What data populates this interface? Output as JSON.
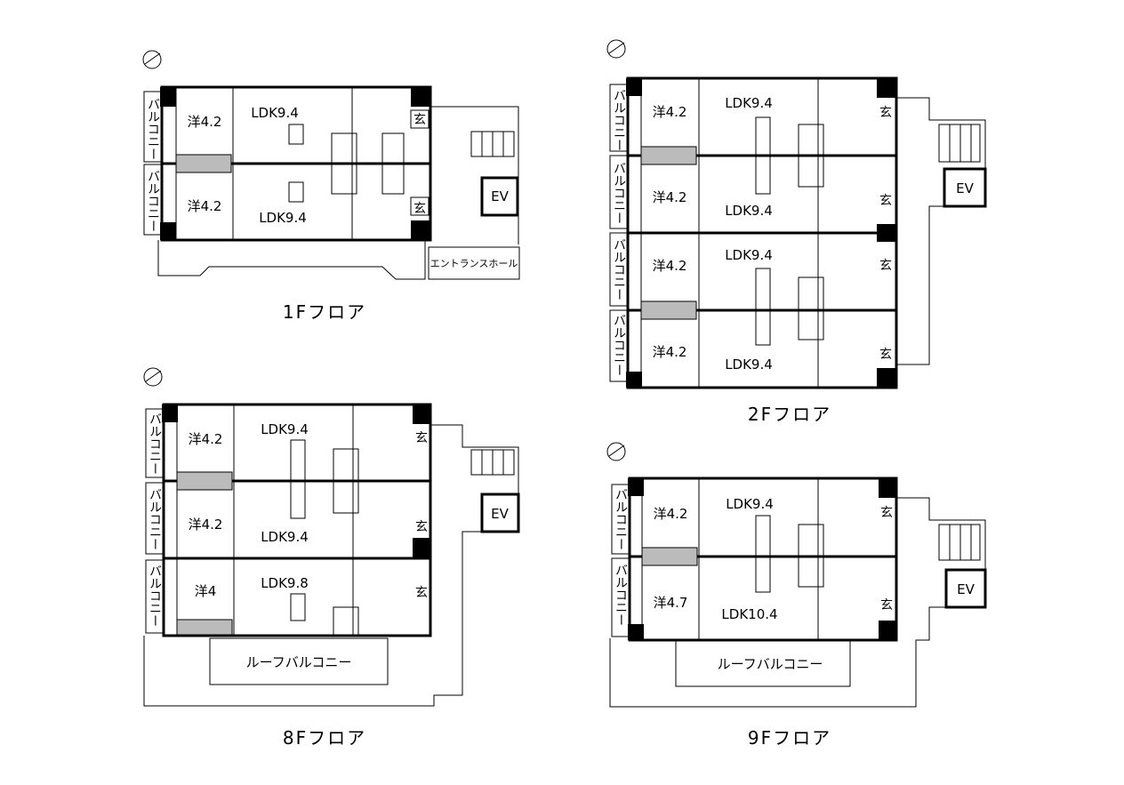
{
  "plans": {
    "f1": {
      "caption": "1Fフロア",
      "balcony": [
        "バルコニー",
        "バルコニー"
      ],
      "rooms": {
        "w1": "洋4.2",
        "w2": "洋4.2",
        "l1": "LDK9.4",
        "l2": "LDK9.4",
        "g1": "玄",
        "g2": "玄"
      },
      "ev": "EV",
      "entrance": "エントランスホール"
    },
    "f2": {
      "caption": "2Fフロア",
      "balcony": [
        "バルコニー",
        "バルコニー",
        "バルコニー",
        "バルコニー"
      ],
      "rooms": {
        "w1": "洋4.2",
        "w2": "洋4.2",
        "w3": "洋4.2",
        "w4": "洋4.2",
        "l1": "LDK9.4",
        "l2": "LDK9.4",
        "l3": "LDK9.4",
        "l4": "LDK9.4",
        "g1": "玄",
        "g2": "玄",
        "g3": "玄",
        "g4": "玄"
      },
      "ev": "EV"
    },
    "f8": {
      "caption": "8Fフロア",
      "balcony": [
        "バルコニー",
        "バルコニー",
        "バルコニー"
      ],
      "rooms": {
        "w1": "洋4.2",
        "w2": "洋4.2",
        "w3": "洋4",
        "l1": "LDK9.4",
        "l2": "LDK9.4",
        "l3": "LDK9.8",
        "g1": "玄",
        "g2": "玄",
        "g3": "玄"
      },
      "ev": "EV",
      "roof": "ルーフバルコニー"
    },
    "f9": {
      "caption": "9Fフロア",
      "balcony": [
        "バルコニー",
        "バルコニー"
      ],
      "rooms": {
        "w1": "洋4.2",
        "w2": "洋4.7",
        "l1": "LDK9.4",
        "l2": "LDK10.4",
        "g1": "玄",
        "g2": "玄"
      },
      "ev": "EV",
      "roof": "ルーフバルコニー"
    }
  }
}
